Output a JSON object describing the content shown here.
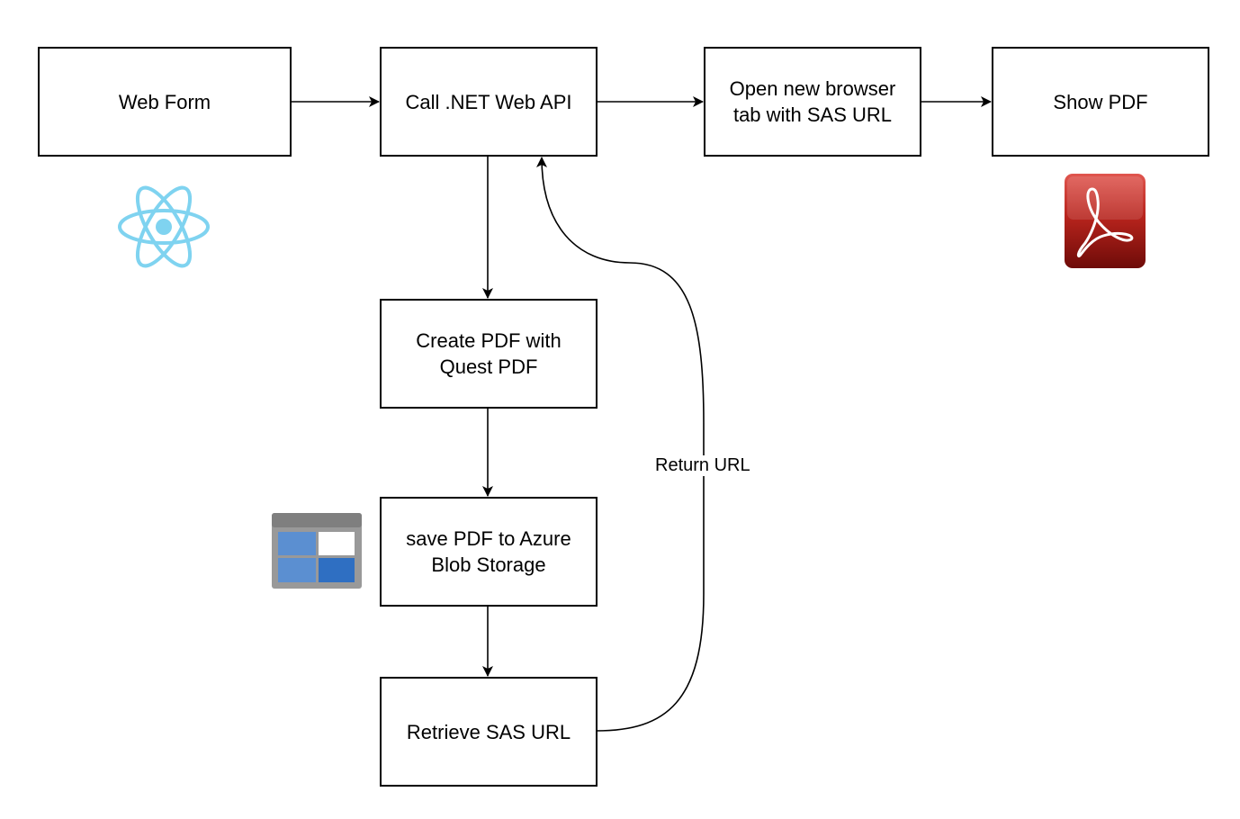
{
  "diagram": {
    "nodes": {
      "web_form": "Web Form",
      "call_api": "Call .NET Web API",
      "open_tab": "Open new browser tab with SAS URL",
      "show_pdf": "Show PDF",
      "create_pdf": "Create PDF with Quest PDF",
      "save_pdf": "save PDF to Azure Blob Storage",
      "retrieve_sas": "Retrieve SAS URL"
    },
    "edges": [
      {
        "from": "web_form",
        "to": "call_api",
        "label": ""
      },
      {
        "from": "call_api",
        "to": "open_tab",
        "label": ""
      },
      {
        "from": "open_tab",
        "to": "show_pdf",
        "label": ""
      },
      {
        "from": "call_api",
        "to": "create_pdf",
        "label": ""
      },
      {
        "from": "create_pdf",
        "to": "save_pdf",
        "label": ""
      },
      {
        "from": "save_pdf",
        "to": "retrieve_sas",
        "label": ""
      },
      {
        "from": "retrieve_sas",
        "to": "call_api",
        "label": "Return URL"
      }
    ],
    "return_label": "Return URL",
    "icons": {
      "react": "react-logo-icon",
      "azure_storage": "azure-blob-storage-icon",
      "pdf": "adobe-pdf-icon"
    },
    "colors": {
      "react": "#7fd3f0",
      "pdf_top": "#e0564f",
      "pdf_bottom": "#6e0b08",
      "storage_frame": "#999999",
      "storage_blue": "#2f6fc2",
      "storage_light_blue": "#5b8fd1"
    }
  }
}
